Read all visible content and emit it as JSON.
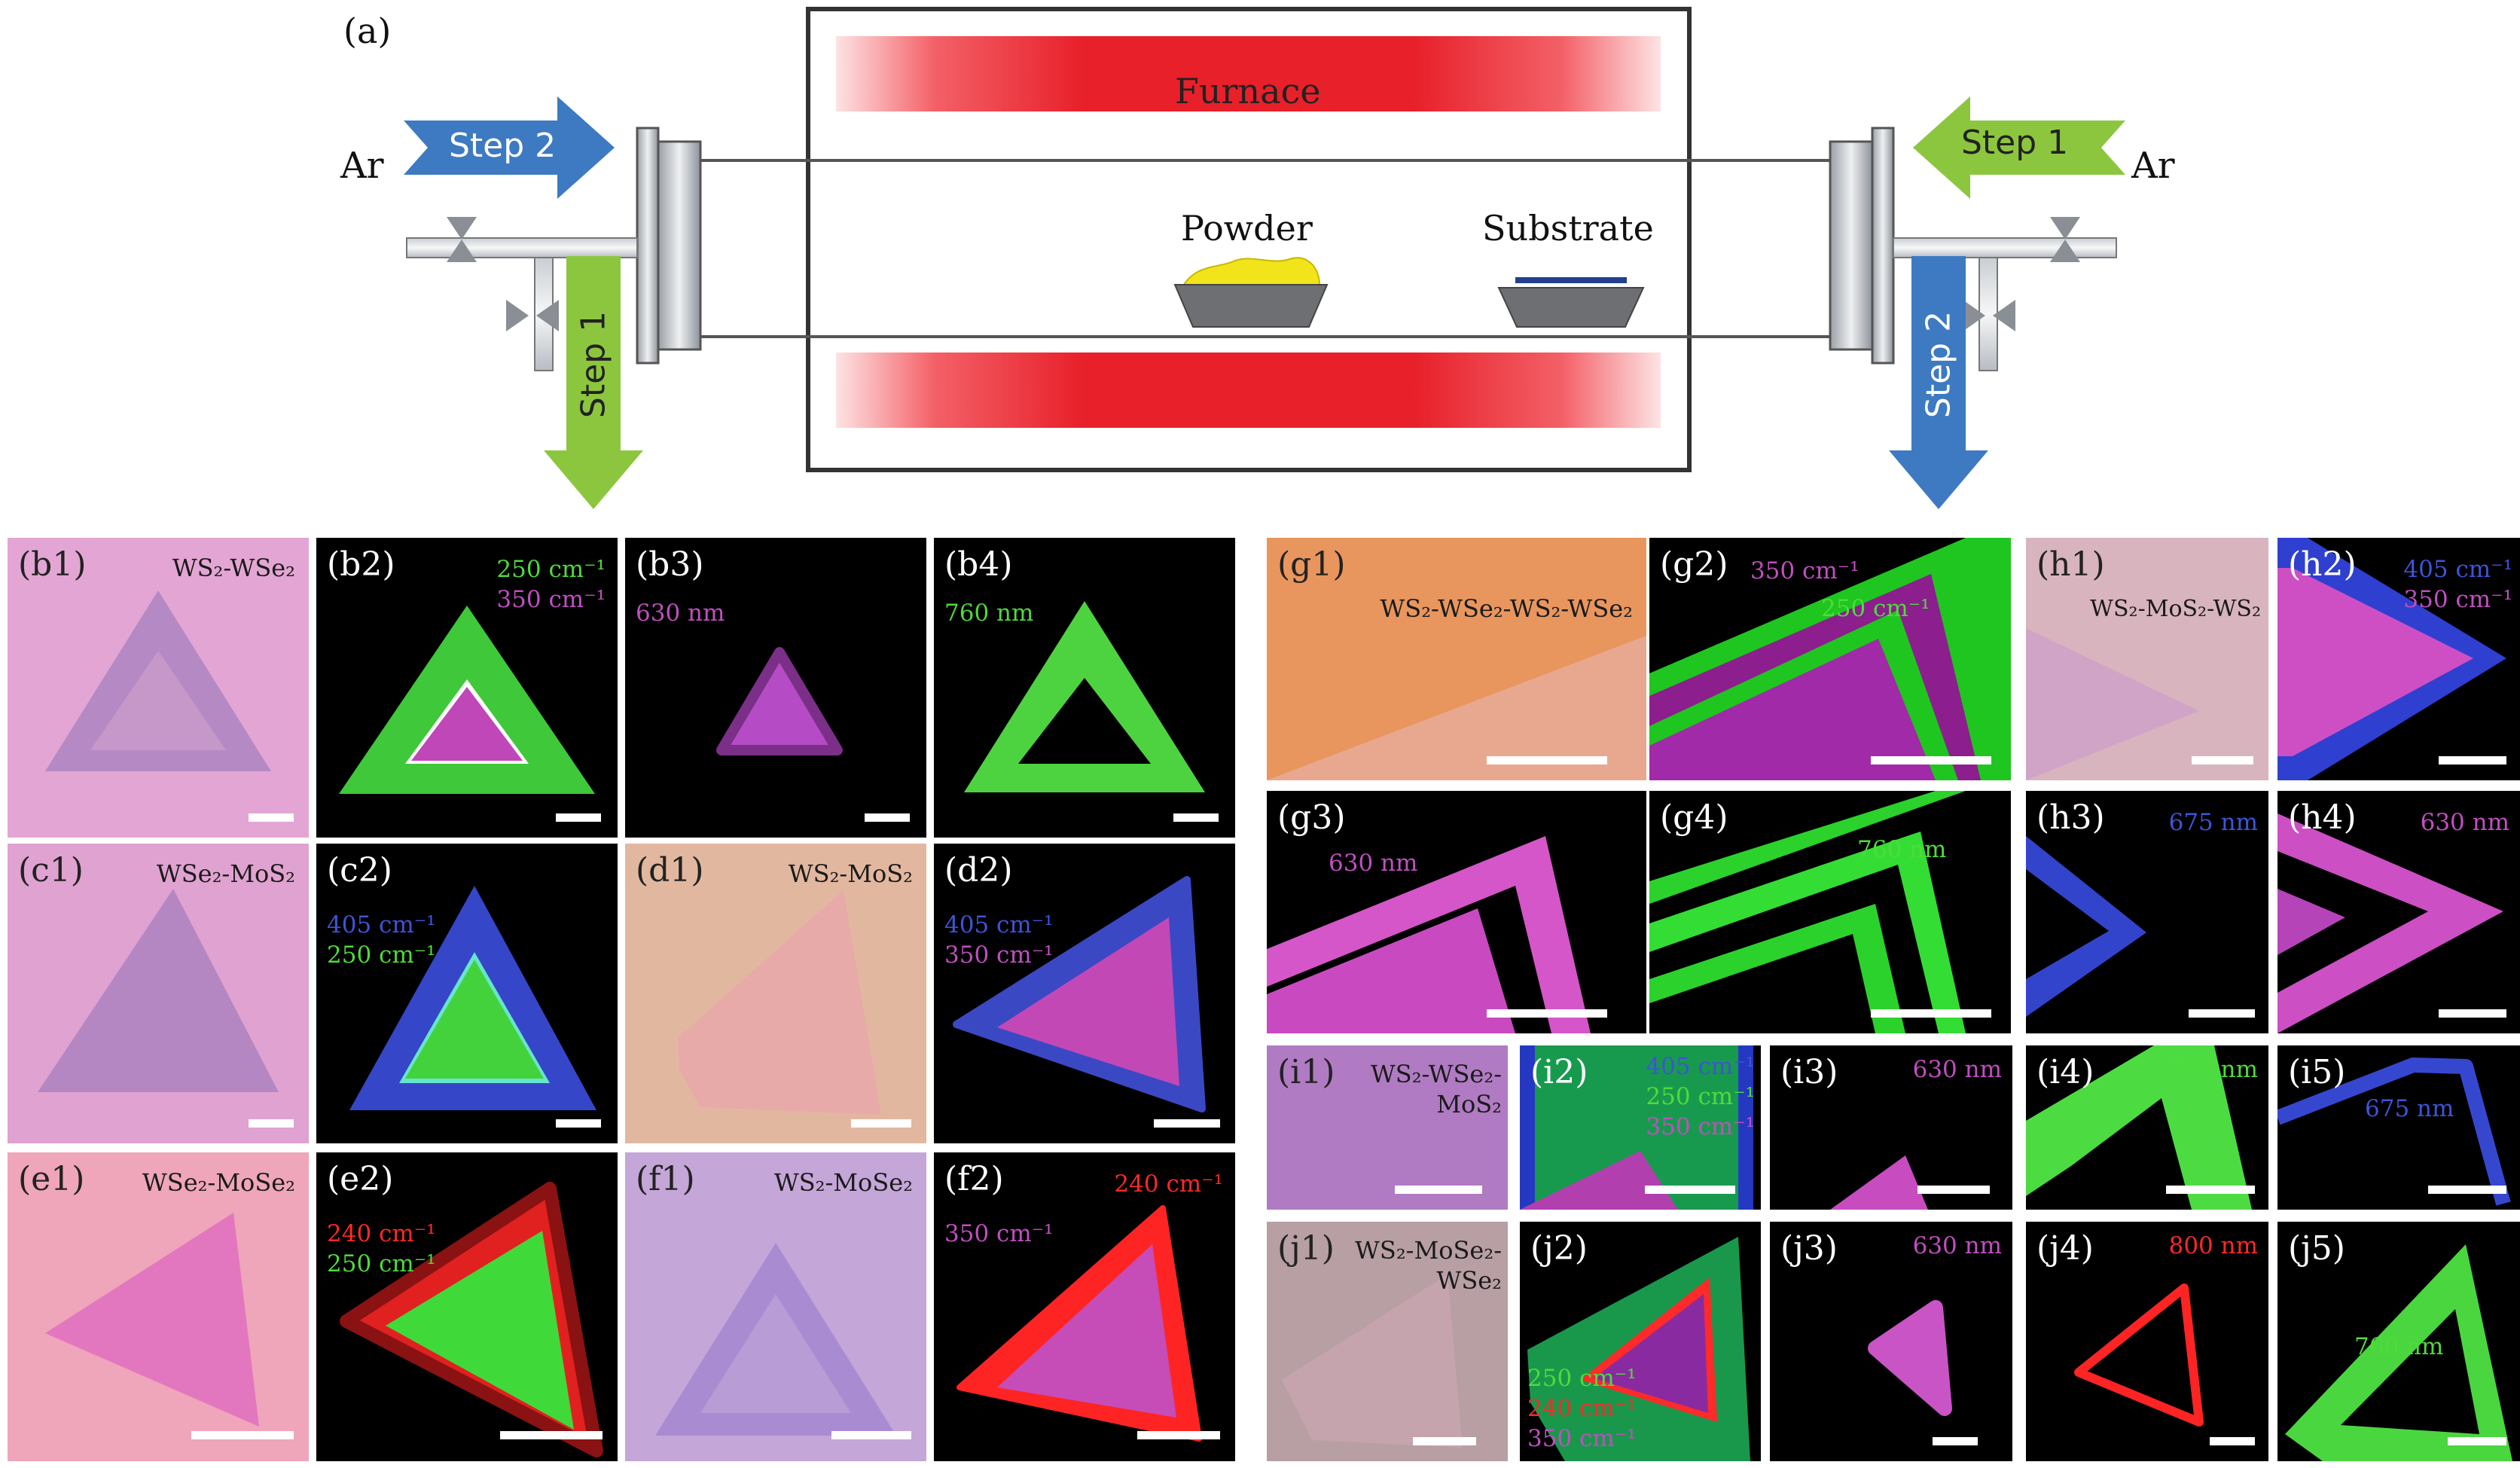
{
  "figure": {
    "panel_a": {
      "label": "(a)",
      "furnace": "Furnace",
      "powder": "Powder",
      "substrate": "Substrate",
      "gas_left": "Ar",
      "gas_right": "Ar",
      "step2_left": "Step 2",
      "step1_left": "Step 1",
      "step1_right": "Step 1",
      "step2_right": "Step 2"
    },
    "panels": {
      "b1": {
        "label": "(b1)",
        "composition": "WS₂-WSe₂"
      },
      "b2": {
        "label": "(b2)",
        "line1": "250 cm⁻¹",
        "line2": "350 cm⁻¹"
      },
      "b3": {
        "label": "(b3)",
        "line1": "630 nm"
      },
      "b4": {
        "label": "(b4)",
        "line1": "760 nm"
      },
      "c1": {
        "label": "(c1)",
        "composition": "WSe₂-MoS₂"
      },
      "c2": {
        "label": "(c2)",
        "line1": "405 cm⁻¹",
        "line2": "250 cm⁻¹"
      },
      "d1": {
        "label": "(d1)",
        "composition": "WS₂-MoS₂"
      },
      "d2": {
        "label": "(d2)",
        "line1": "405 cm⁻¹",
        "line2": "350 cm⁻¹"
      },
      "e1": {
        "label": "(e1)",
        "composition": "WSe₂-MoSe₂"
      },
      "e2": {
        "label": "(e2)",
        "line1": "240 cm⁻¹",
        "line2": "250 cm⁻¹"
      },
      "f1": {
        "label": "(f1)",
        "composition": "WS₂-MoSe₂"
      },
      "f2": {
        "label": "(f2)",
        "line1": "240 cm⁻¹",
        "line2": "350 cm⁻¹"
      },
      "g1": {
        "label": "(g1)",
        "composition": "WS₂-WSe₂-WS₂-WSe₂"
      },
      "g2": {
        "label": "(g2)",
        "line1": "350 cm⁻¹",
        "line2": "250 cm⁻¹"
      },
      "g3": {
        "label": "(g3)",
        "line1": "630 nm"
      },
      "g4": {
        "label": "(g4)",
        "line1": "760 nm"
      },
      "h1": {
        "label": "(h1)",
        "composition": "WS₂-MoS₂-WS₂"
      },
      "h2": {
        "label": "(h2)",
        "line1": "405 cm⁻¹",
        "line2": "350 cm⁻¹"
      },
      "h3": {
        "label": "(h3)",
        "line1": "675 nm"
      },
      "h4": {
        "label": "(h4)",
        "line1": "630 nm"
      },
      "i1": {
        "label": "(i1)",
        "composition_l1": "WS₂-WSe₂-",
        "composition_l2": "MoS₂"
      },
      "i2": {
        "label": "(i2)",
        "line1": "405 cm⁻¹",
        "line2": "250 cm⁻¹",
        "line3": "350 cm⁻¹"
      },
      "i3": {
        "label": "(i3)",
        "line1": "630 nm"
      },
      "i4": {
        "label": "(i4)",
        "line1": "760 nm"
      },
      "i5": {
        "label": "(i5)",
        "line1": "675 nm"
      },
      "j1": {
        "label": "(j1)",
        "composition_l1": "WS₂-MoSe₂-",
        "composition_l2": "WSe₂"
      },
      "j2": {
        "label": "(j2)",
        "line1": "250 cm⁻¹",
        "line2": "240 cm⁻¹",
        "line3": "350 cm⁻¹"
      },
      "j3": {
        "label": "(j3)",
        "line1": "630 nm"
      },
      "j4": {
        "label": "(j4)",
        "line1": "800 nm"
      },
      "j5": {
        "label": "(j5)",
        "line1": "760 nm"
      }
    }
  },
  "colors": {
    "raman_green": "#4fdb3a",
    "raman_magenta": "#c04fc0",
    "raman_blue": "#3e54d8",
    "raman_red": "#ff2828",
    "arrow_blue": "#3d7ac2",
    "arrow_green": "#8cc63f",
    "furnace_red": "#e8202a"
  }
}
